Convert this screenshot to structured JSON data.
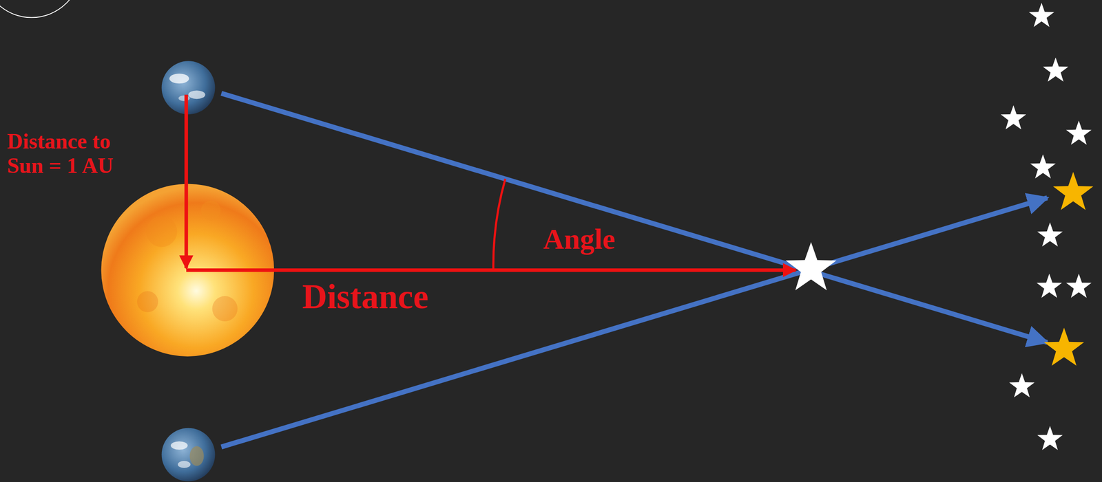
{
  "diagram": {
    "labels": [
      "Distance to Sun = 1 AU",
      "Angle",
      "Distance"
    ]
  }
}
